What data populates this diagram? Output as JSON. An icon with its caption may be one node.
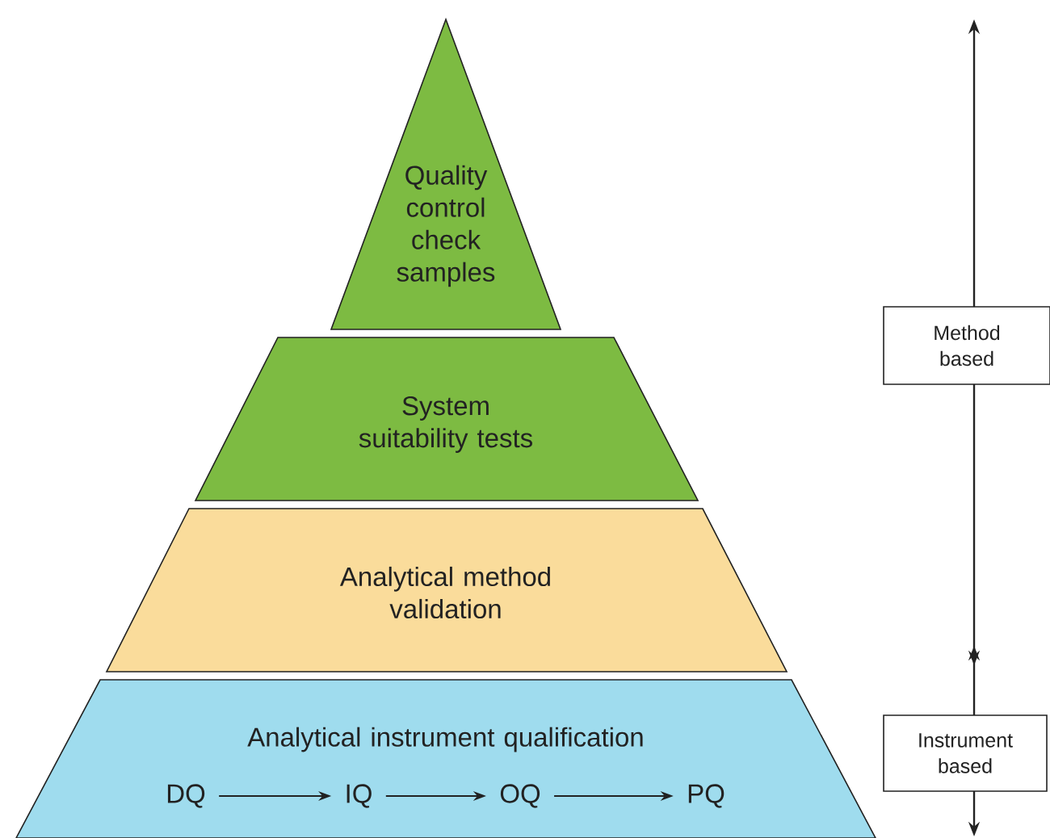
{
  "diagram": {
    "nodes": [
      {
        "text": [
          "Quality control check samples"
        ]
      },
      {
        "text": [
          "System suitability tests"
        ]
      },
      {
        "text": [
          "Analytical method validation"
        ]
      },
      {
        "text": [
          "Analytical instrument qualification"
        ]
      },
      {
        "text": [
          "DQ"
        ],
        "in": 3
      },
      {
        "text": [
          "IQ"
        ],
        "in": 3
      },
      {
        "text": [
          "OQ"
        ],
        "in": 3
      },
      {
        "text": [
          "PQ"
        ],
        "in": 3
      },
      {
        "text": [
          "Method based"
        ]
      },
      {
        "text": [
          "Instrument based"
        ]
      }
    ],
    "edges": [
      {
        "from": 4,
        "to": 5,
        "arrow": "to"
      },
      {
        "from": 5,
        "to": 6,
        "arrow": "to"
      },
      {
        "from": 6,
        "to": 7,
        "arrow": "to"
      }
    ]
  }
}
